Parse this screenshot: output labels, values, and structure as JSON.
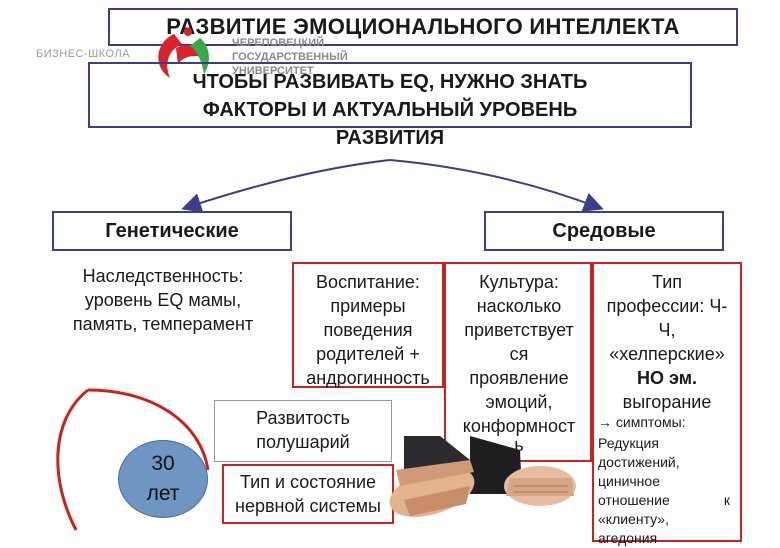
{
  "title": "РАЗВИТИЕ ЭМОЦИОНАЛЬНОГО ИНТЕЛЛЕКТА",
  "logo": {
    "school": "БИЗНЕС-ШКОЛА",
    "university_lines": [
      "ЧЕРЕПОВЕЦКИЙ",
      "ГОСУДАРСТВЕННЫЙ",
      "УНИВЕРСИТЕТ"
    ]
  },
  "subtitle_lines": [
    "ЧТОБЫ РАЗВИВАТЬ EQ, НУЖНО ЗНАТЬ",
    "ФАКТОРЫ И АКТУАЛЬНЫЙ УРОВЕНЬ",
    "РАЗВИТИЯ"
  ],
  "categories": {
    "genetic": "Генетические",
    "environmental": "Средовые"
  },
  "genetic_text": [
    "Наследственность:",
    "уровень EQ мамы,",
    "память, темперамент"
  ],
  "upbringing": [
    "Воспитание:",
    "примеры",
    "поведения",
    "родителей +",
    "андрогинность"
  ],
  "culture": [
    "Культура:",
    "насколько",
    "приветствует",
    "ся",
    "проявление",
    "эмоций,",
    "конформност",
    "ь"
  ],
  "profession": {
    "lines": [
      "Тип",
      "профессии: Ч-",
      "Ч,",
      "«хелперские»"
    ],
    "bold_line": "НО эм.",
    "after_bold": "выгорание",
    "symptoms_label": "симптомы:",
    "symptoms": [
      "Редукция",
      "достижений,",
      "циничное",
      "отношение",
      "«клиенту»,",
      "агедония"
    ],
    "symptoms_k": "к"
  },
  "hemispheres": [
    "Развитость",
    "полушарий"
  ],
  "nervous": [
    "Тип и состояние",
    "нервной системы"
  ],
  "age_badge": [
    "30",
    "лет"
  ],
  "colors": {
    "frame": "#3b3f8a",
    "red": "#c8241c",
    "pill": "#6f95c2"
  }
}
